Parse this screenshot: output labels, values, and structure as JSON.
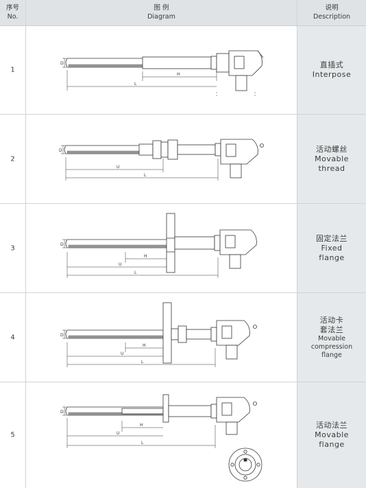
{
  "header": {
    "no_cn": "序号",
    "no_en": "No.",
    "diagram_cn": "图 例",
    "diagram_en": "Diagram",
    "desc_cn": "说明",
    "desc_en": "Description"
  },
  "rows": [
    {
      "no": "1",
      "cn1": "直插式",
      "cn2": "",
      "en": [
        "Interpose"
      ],
      "dims": {
        "d": "D",
        "h": "H",
        "l": "L"
      }
    },
    {
      "no": "2",
      "cn1": "活动螺丝",
      "cn2": "",
      "en": [
        "Movable",
        "thread"
      ],
      "dims": {
        "d": "D",
        "u": "U",
        "l": "L"
      }
    },
    {
      "no": "3",
      "cn1": "固定法兰",
      "cn2": "",
      "en": [
        "Fixed",
        "flange"
      ],
      "dims": {
        "d": "D",
        "h": "H",
        "u": "U",
        "l": "L"
      }
    },
    {
      "no": "4",
      "cn1": "活动卡",
      "cn2": "套法兰",
      "en": [
        "Movable",
        "compression",
        "flange"
      ],
      "dims": {
        "d": "D",
        "h": "H",
        "u": "U",
        "l": "L"
      }
    },
    {
      "no": "5",
      "cn1": "活动法兰",
      "cn2": "",
      "en": [
        "Movable",
        "flange"
      ],
      "dims": {
        "d": "D",
        "h": "H",
        "u": "U",
        "l": "L"
      }
    }
  ]
}
